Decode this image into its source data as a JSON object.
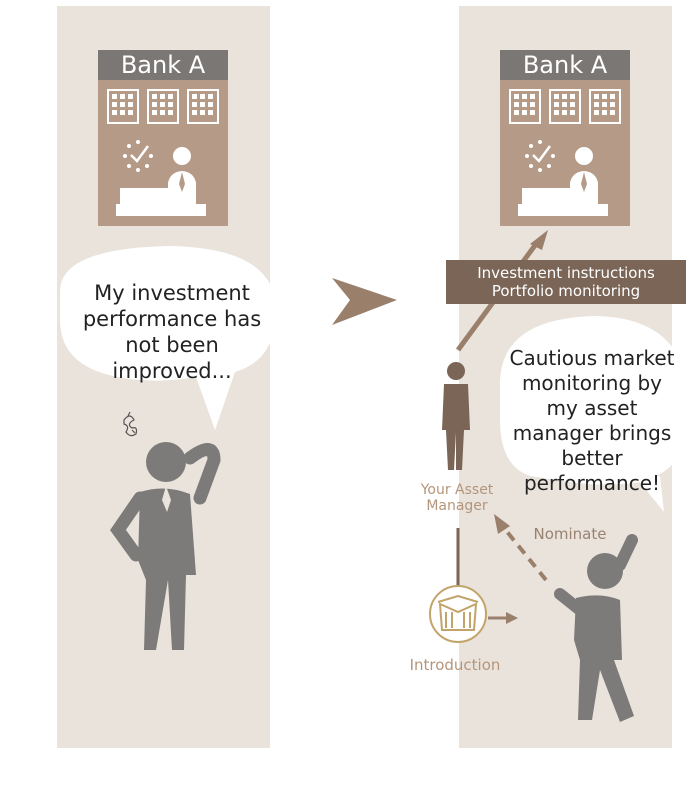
{
  "left_panel": {
    "bank_label": "Bank A",
    "speech": "My investment performance has not been improved..."
  },
  "right_panel": {
    "bank_label": "Bank A",
    "instruction_lines": [
      "Investment instructions",
      "Portfolio monitoring"
    ],
    "speech": "Cautious market monitoring by my asset manager brings better performance!",
    "manager_label": "Your Asset Manager",
    "nominate_label": "Nominate",
    "introduction_label": "Introduction"
  },
  "colors": {
    "panel_bg": "#e9e3dc",
    "bank_header": "#7b7775",
    "bank_body": "#b59b87",
    "instruction_box": "#7a6556",
    "person_gray": "#7d7b79",
    "manager_brown": "#7a6556",
    "accent_gold": "#c2a46a",
    "arrow_brown": "#9a7f6b"
  },
  "icons": [
    "building-icon",
    "clock-check-icon",
    "banker-icon",
    "confused-person-icon",
    "big-arrow-icon",
    "manager-person-icon",
    "bank-logo-icon",
    "cheering-person-icon",
    "stress-scribble-icon"
  ]
}
